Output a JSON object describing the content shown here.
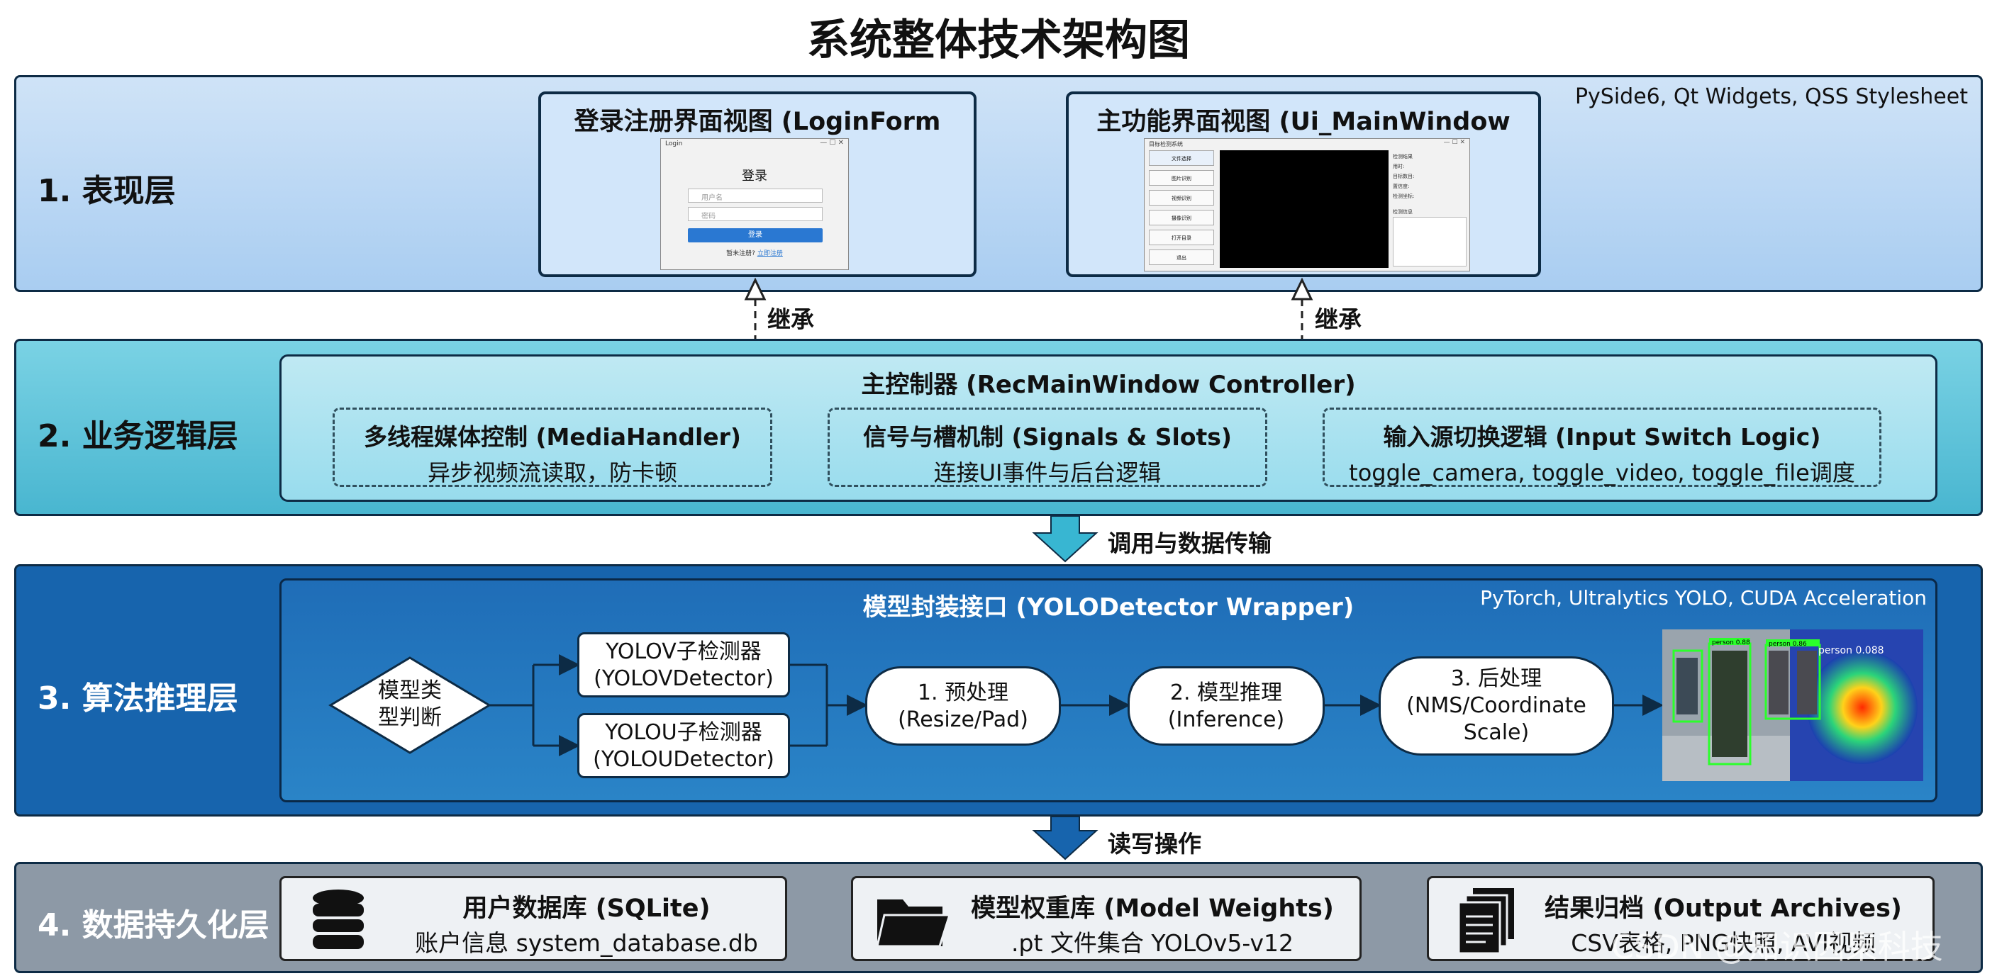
{
  "title": "系统整体技术架构图",
  "layers": {
    "presentation": {
      "label": "1. 表现层",
      "tech": "PySide6, Qt Widgets, QSS Stylesheet",
      "login_view": {
        "title": "登录注册界面视图 (LoginForm View)",
        "window_caption": "Login",
        "heading": "登录",
        "username_placeholder": "用户名",
        "password_placeholder": "密码",
        "login_button": "登录",
        "register_text": "暂未注册?",
        "register_link": "立即注册"
      },
      "main_view": {
        "title": "主功能界面视图 (Ui_MainWindow View)",
        "window_caption": "目标检测系统",
        "sidebar": [
          "文件选择",
          "图片识别",
          "视频识别",
          "摄像识别",
          "打开目录",
          "退出"
        ],
        "result_heading": "检测结果",
        "result_lines": [
          "用时:",
          "目标数目:",
          "置信度:",
          "检测坐标:"
        ],
        "info_heading": "检测信息"
      }
    },
    "inherit_label": "继承",
    "business": {
      "label": "2. 业务逻辑层",
      "controller": "主控制器 (RecMainWindow Controller)",
      "modules": [
        {
          "title": "多线程媒体控制 (MediaHandler)",
          "sub": "异步视频流读取，防卡顿"
        },
        {
          "title": "信号与槽机制 (Signals & Slots)",
          "sub": "连接UI事件与后台逻辑"
        },
        {
          "title": "输入源切换逻辑 (Input Switch Logic)",
          "sub": "toggle_camera, toggle_video, toggle_file调度"
        }
      ]
    },
    "call_label": "调用与数据传输",
    "algorithm": {
      "label": "3. 算法推理层",
      "wrapper": "模型封装接口 (YOLODetector Wrapper)",
      "tech": "PyTorch, Ultralytics YOLO, CUDA Acceleration",
      "decision": [
        "模型类",
        "型判断"
      ],
      "detectors": [
        [
          "YOLOV子检测器",
          "(YOLOVDetector)"
        ],
        [
          "YOLOU子检测器",
          "(YOLOUDetector)"
        ]
      ],
      "steps": [
        [
          "1. 预处理",
          "(Resize/Pad)"
        ],
        [
          "2. 模型推理",
          "(Inference)"
        ],
        [
          "3. 后处理",
          "(NMS/Coordinate",
          "Scale)"
        ]
      ],
      "preview_labels": [
        "person 0.88",
        "person 0.86",
        "person 0.088"
      ]
    },
    "rw_label": "读写操作",
    "persistence": {
      "label": "4. 数据持久化层",
      "stores": [
        {
          "icon": "database-icon",
          "title": "用户数据库 (SQLite)",
          "sub": "账户信息 system_database.db"
        },
        {
          "icon": "folder-icon",
          "title": "模型权重库 (Model Weights)",
          "sub": ".pt 文件集合 YOLOv5-v12"
        },
        {
          "icon": "documents-icon",
          "title": "结果归档 (Output Archives)",
          "sub": "CSV表格, PNG快照, AVI视频"
        }
      ]
    }
  },
  "watermark": "CSDN @知识因果科技",
  "colors": {
    "layer1": "#b9d8f4",
    "layer2": "#5cc2d8",
    "layer3": "#1764ad",
    "layer4": "#8d99a6",
    "outline": "#0d2b45"
  }
}
